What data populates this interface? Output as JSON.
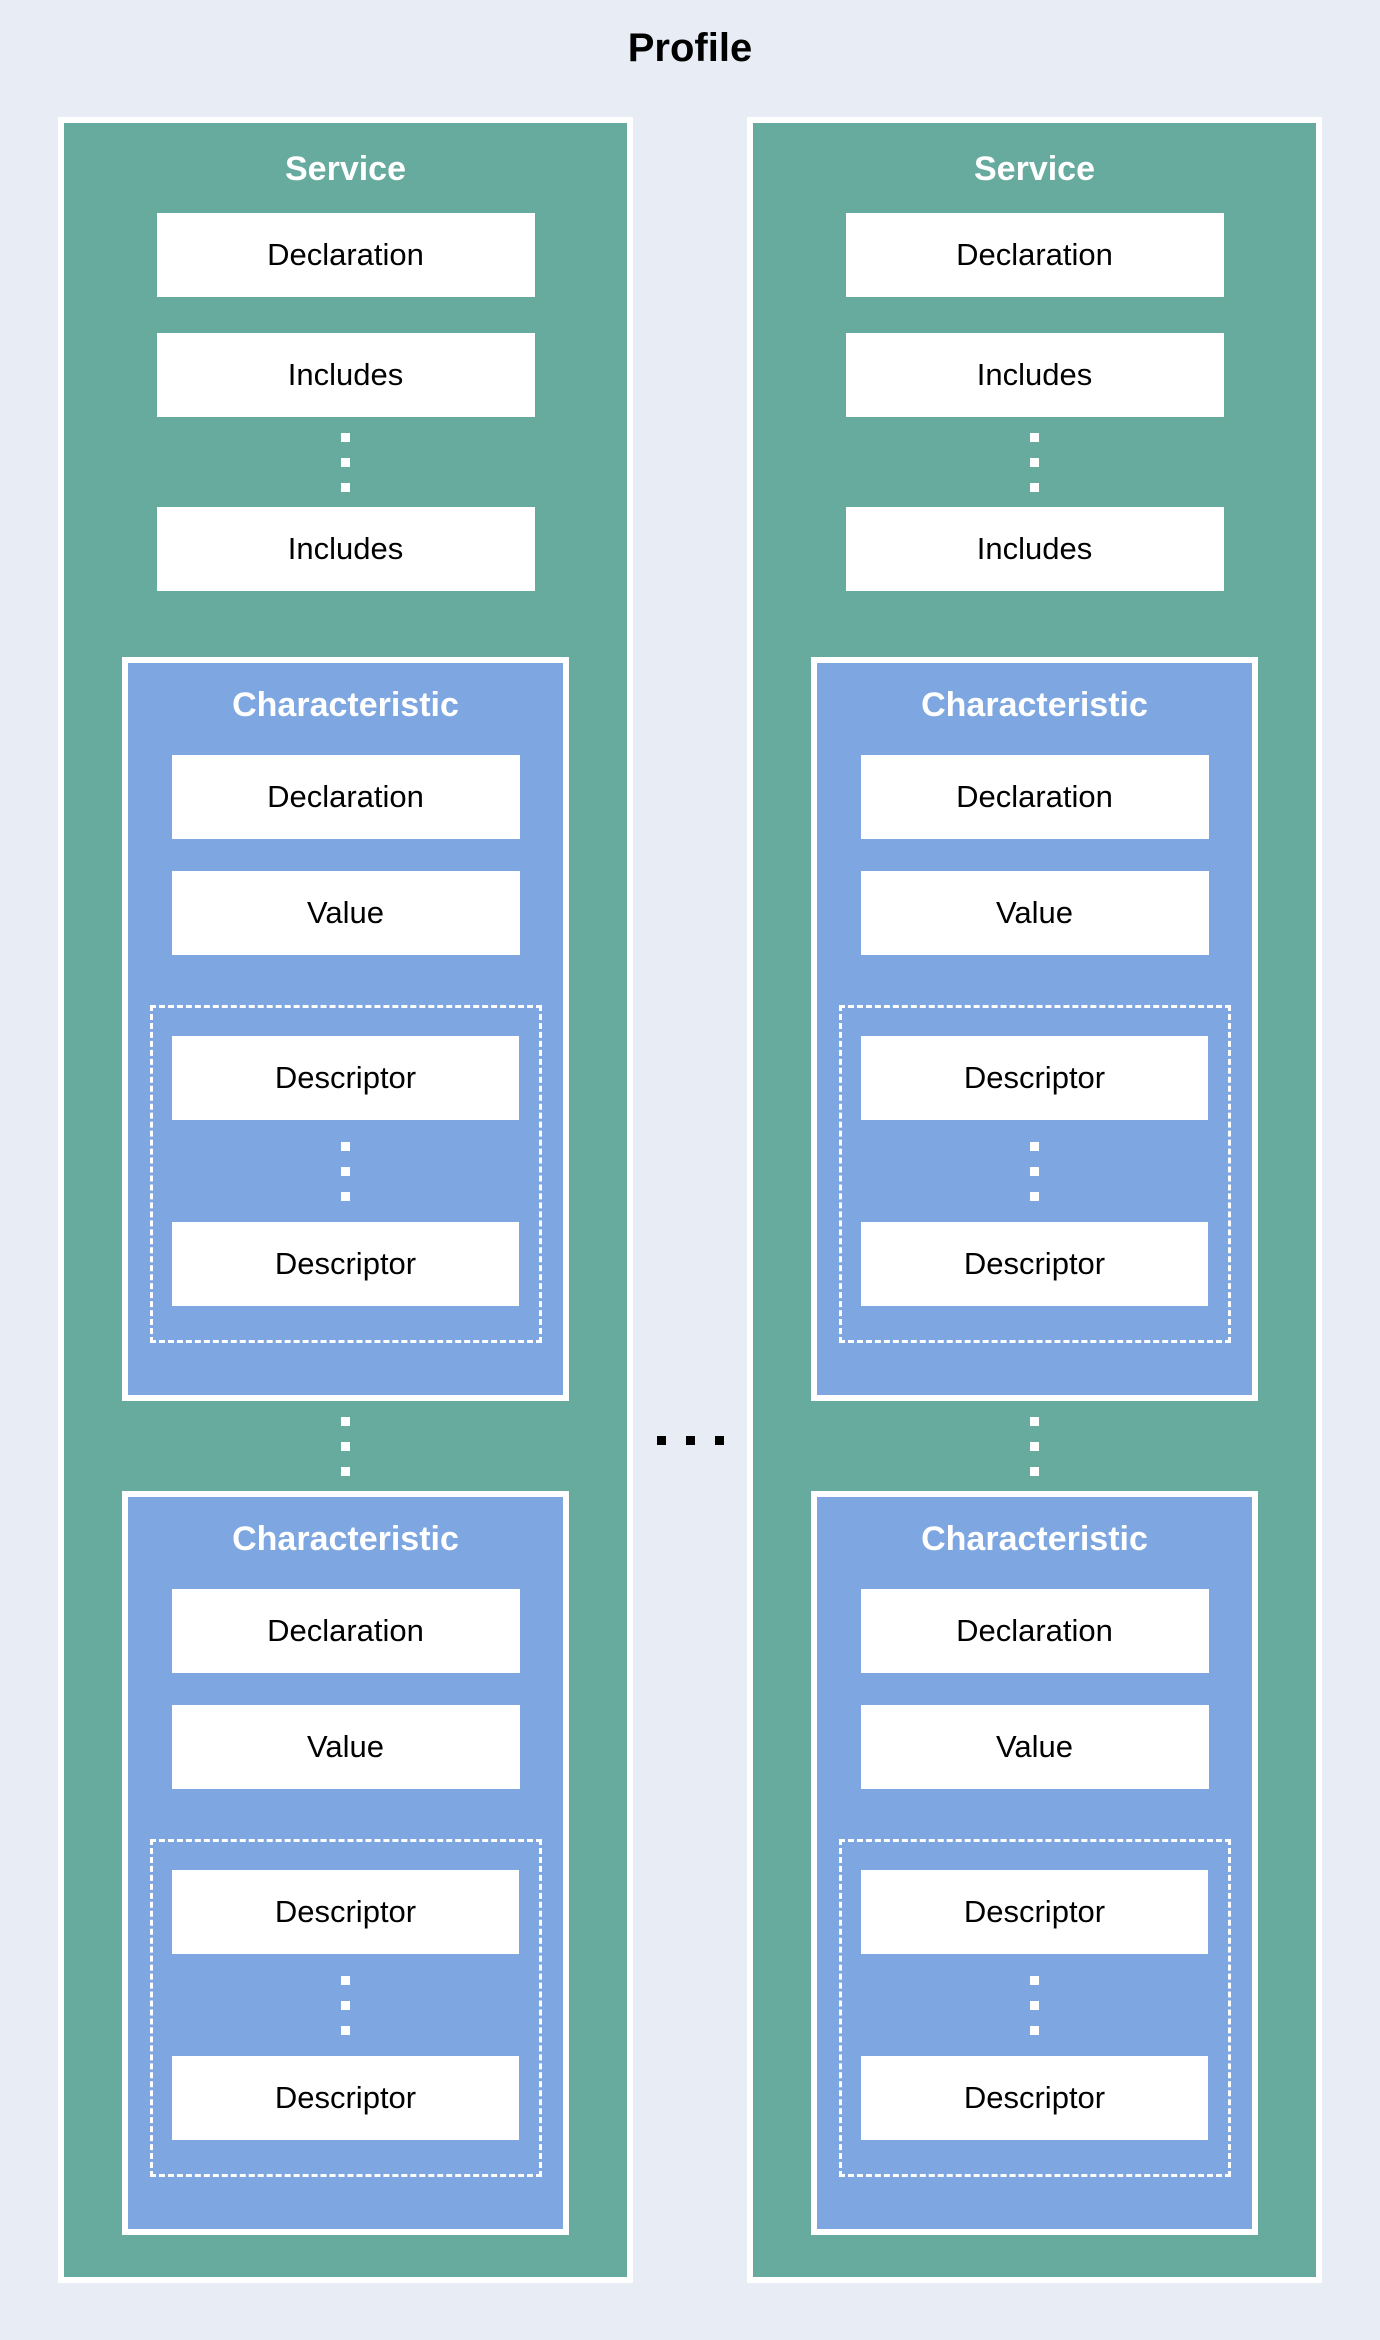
{
  "title": "Profile",
  "colors": {
    "page_background": "#E8EDF5",
    "service_fill": "#67AB9F",
    "characteristic_fill": "#7EA6E0",
    "row_fill": "#FFFFFF",
    "border": "#FFFFFF",
    "title_text": "#000000",
    "header_text": "#FFFFFF",
    "row_text": "#000000"
  },
  "services": [
    {
      "label": "Service",
      "declaration": "Declaration",
      "includes": [
        "Includes",
        "Includes"
      ],
      "characteristics": [
        {
          "label": "Characteristic",
          "declaration": "Declaration",
          "value": "Value",
          "descriptors": [
            "Descriptor",
            "Descriptor"
          ]
        },
        {
          "label": "Characteristic",
          "declaration": "Declaration",
          "value": "Value",
          "descriptors": [
            "Descriptor",
            "Descriptor"
          ]
        }
      ]
    },
    {
      "label": "Service",
      "declaration": "Declaration",
      "includes": [
        "Includes",
        "Includes"
      ],
      "characteristics": [
        {
          "label": "Characteristic",
          "declaration": "Declaration",
          "value": "Value",
          "descriptors": [
            "Descriptor",
            "Descriptor"
          ]
        },
        {
          "label": "Characteristic",
          "declaration": "Declaration",
          "value": "Value",
          "descriptors": [
            "Descriptor",
            "Descriptor"
          ]
        }
      ]
    }
  ]
}
